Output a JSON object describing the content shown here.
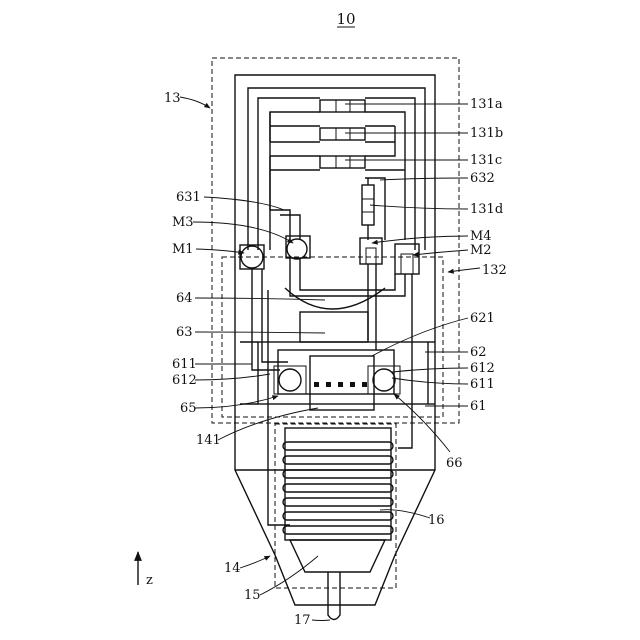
{
  "figure": {
    "number": "10",
    "axis_label": "z"
  },
  "labels": {
    "l13": "13",
    "l131a": "131a",
    "l131b": "131b",
    "l131c": "131c",
    "l632": "632",
    "l631": "631",
    "l131d": "131d",
    "lM3": "M3",
    "lM4": "M4",
    "lM1": "M1",
    "lM2": "M2",
    "l132": "132",
    "l64": "64",
    "l621": "621",
    "l63": "63",
    "l62": "62",
    "l611L": "611",
    "l612R": "612",
    "l612L": "612",
    "l611R": "611",
    "l65": "65",
    "l61": "61",
    "l141": "141",
    "l66": "66",
    "l16": "16",
    "l14": "14",
    "l15": "15",
    "l17": "17"
  },
  "colors": {
    "ink": "#111111",
    "background": "#ffffff"
  }
}
